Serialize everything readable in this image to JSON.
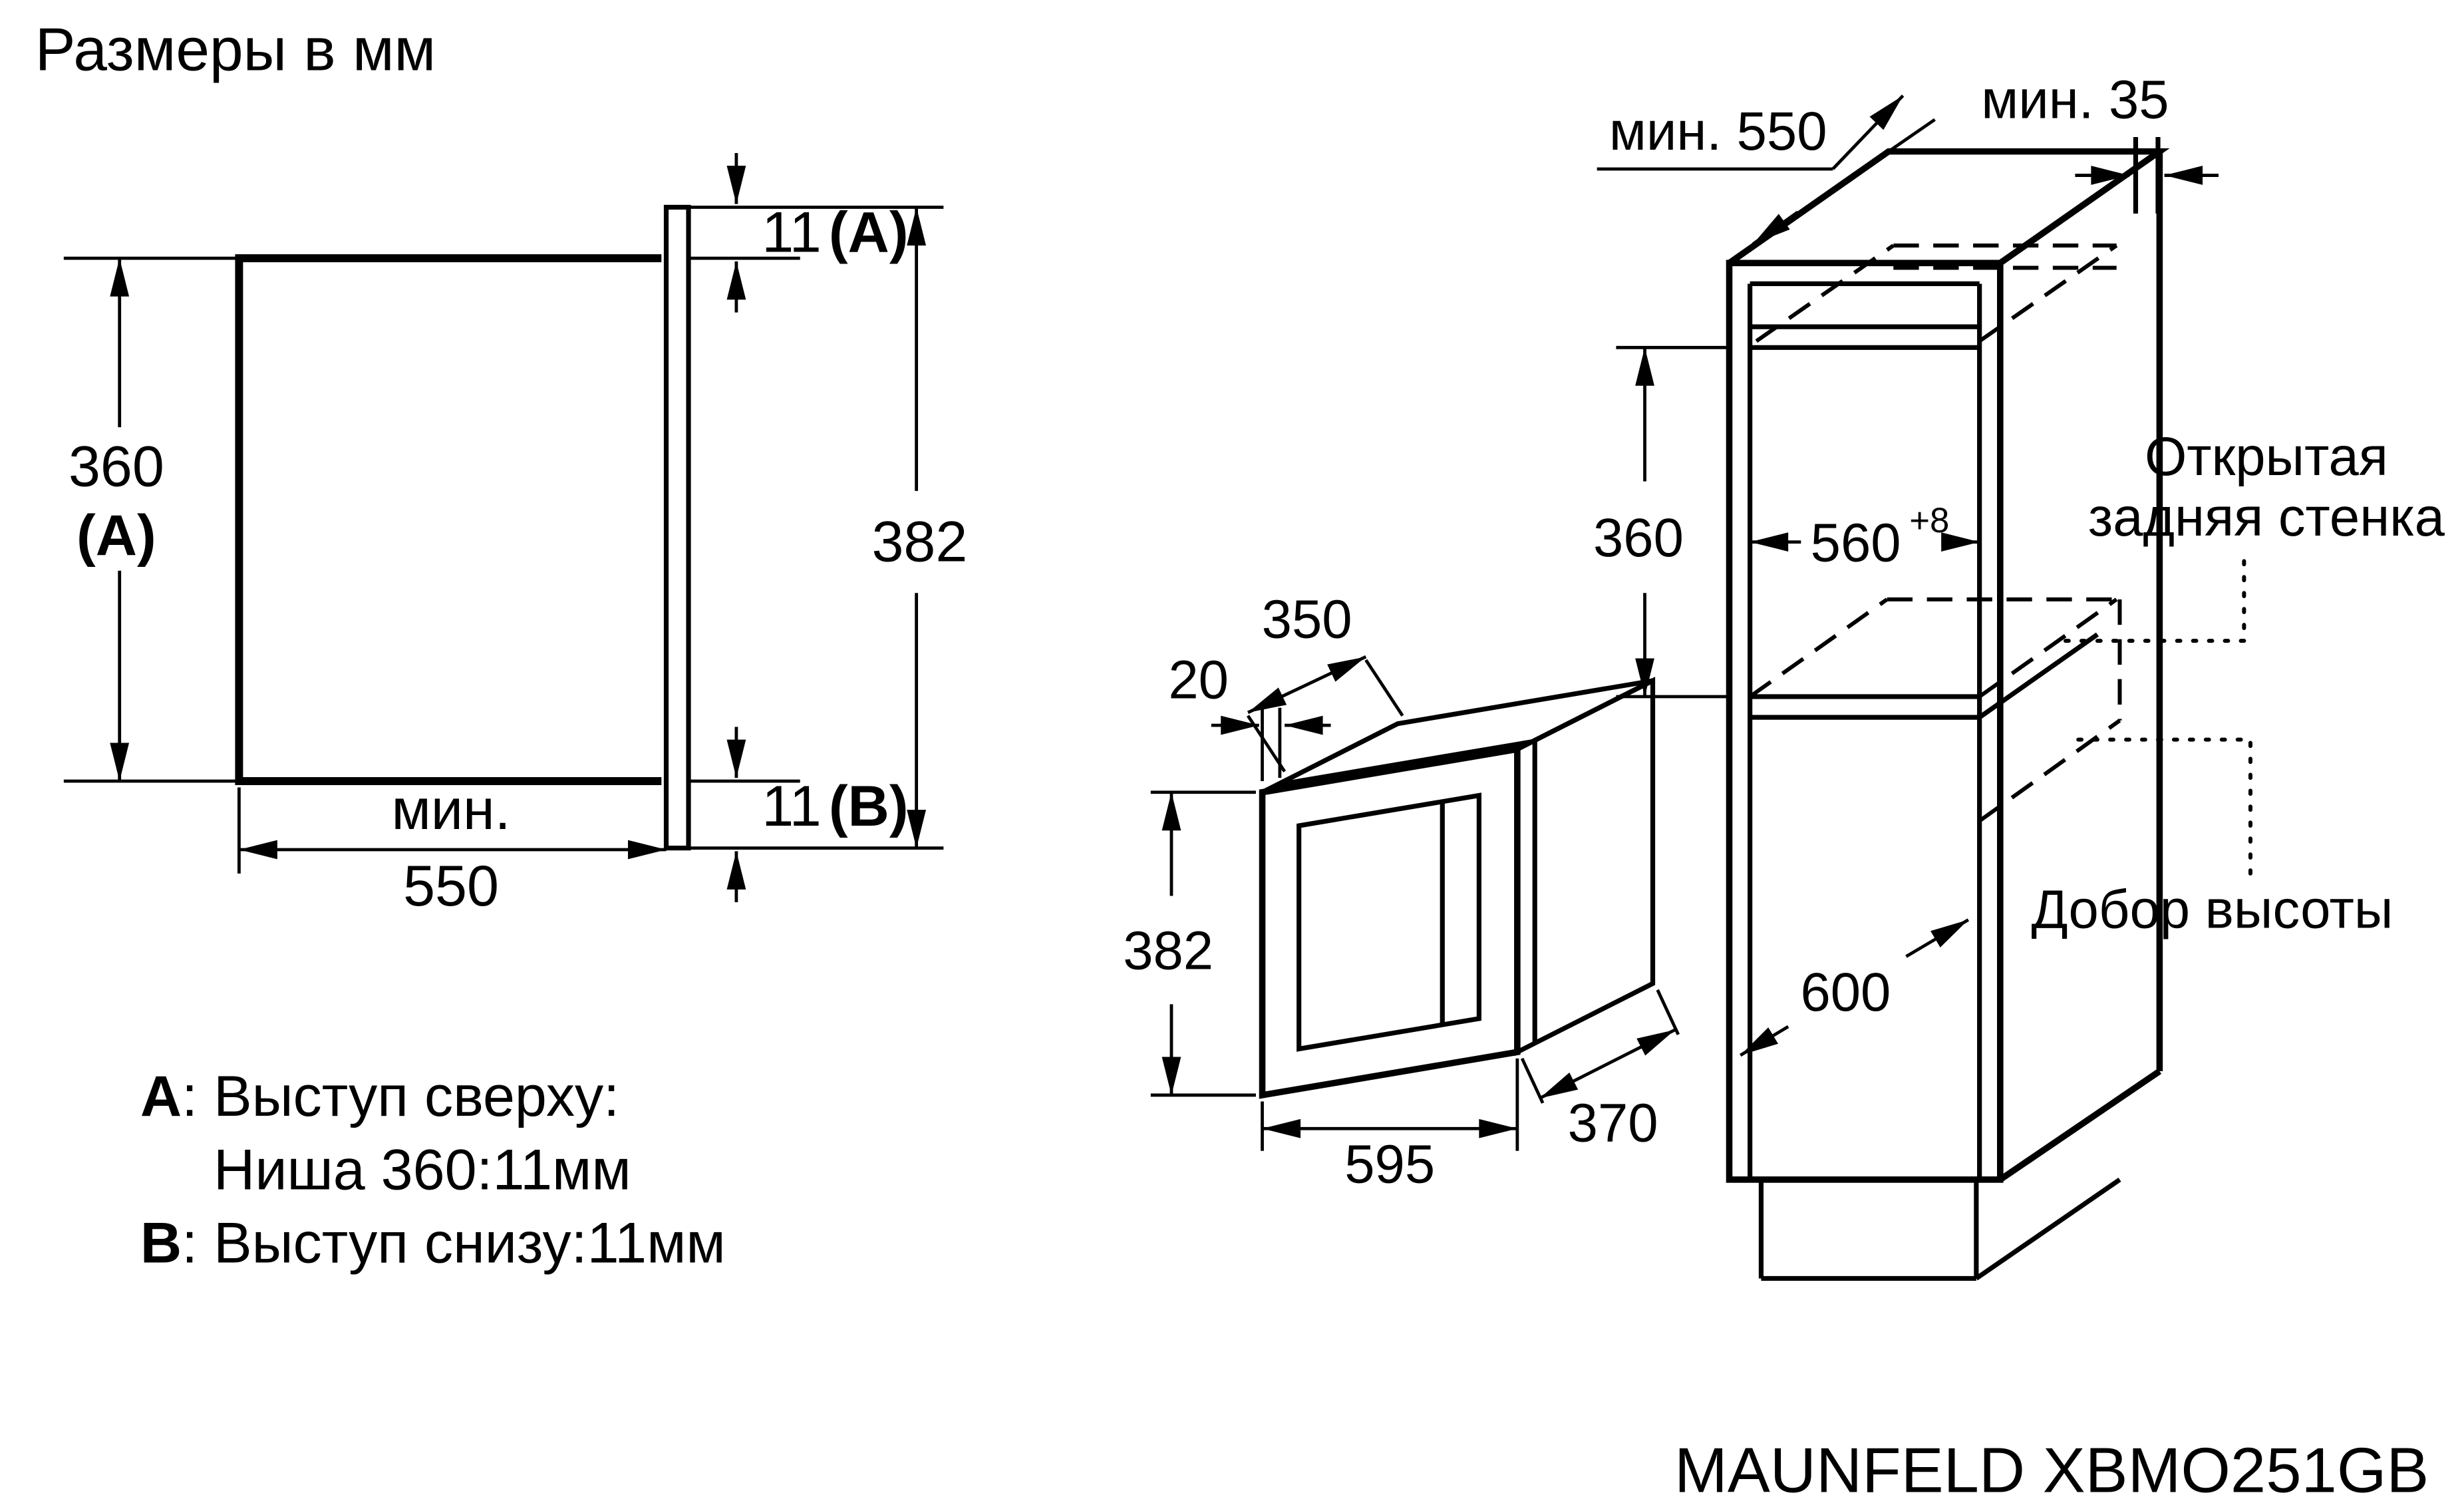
{
  "page": {
    "title": "Размеры в мм",
    "model": "MAUNFELD XBMO251GB"
  },
  "colors": {
    "ink": "#000000",
    "background": "#ffffff"
  },
  "niche_side_view": {
    "height_value": "360",
    "height_ref": "(A)",
    "top_overhang_value": "11",
    "top_overhang_ref": "(A)",
    "front_height": "382",
    "bottom_overhang_value": "11",
    "bottom_overhang_ref": "(B)",
    "depth_min_label": "мин.",
    "depth_min_value": "550"
  },
  "legend": {
    "a_key": "A",
    "a_text": ": Выступ сверху:",
    "a_text2": "Ниша 360:11мм",
    "b_key": "B",
    "b_text": ": Выступ снизу:11мм"
  },
  "microwave": {
    "depth_body": "350",
    "door_thickness": "20",
    "height": "382",
    "width": "595",
    "depth_total": "370"
  },
  "cabinet": {
    "depth_min": "мин. 550",
    "wall_gap_min": "мин. 35",
    "niche_height": "360",
    "niche_width": "560",
    "niche_width_tolerance": "+8",
    "bottom_depth": "600",
    "open_back_line1": "Открытая",
    "open_back_line2": "задняя стенка",
    "height_filler": "Добор высоты"
  }
}
